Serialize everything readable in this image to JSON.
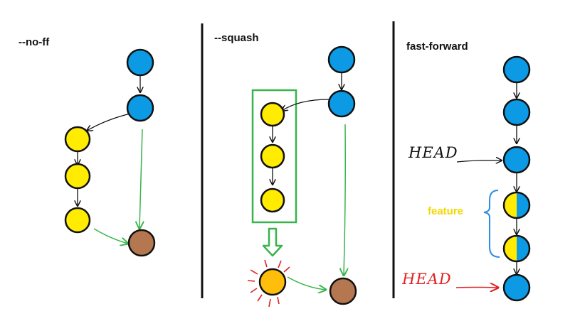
{
  "panels": {
    "no_ff": {
      "title": "--no-ff"
    },
    "squash": {
      "title": "--squash"
    },
    "fast_forward": {
      "title": "fast-forward",
      "head_label_before": "HEAD",
      "head_label_after": "HEAD",
      "feature_label": "feature"
    }
  },
  "colors": {
    "main_commit": "#0b9ae3",
    "feature_commit": "#ffec00",
    "merge_commit": "#b5774f",
    "squash_commit": "#ffbe0c",
    "merge_arrow": "#37b44a",
    "head_after": "#e02020",
    "feature_brace": "#2b8ee0",
    "feature_text": "#f2d800"
  }
}
